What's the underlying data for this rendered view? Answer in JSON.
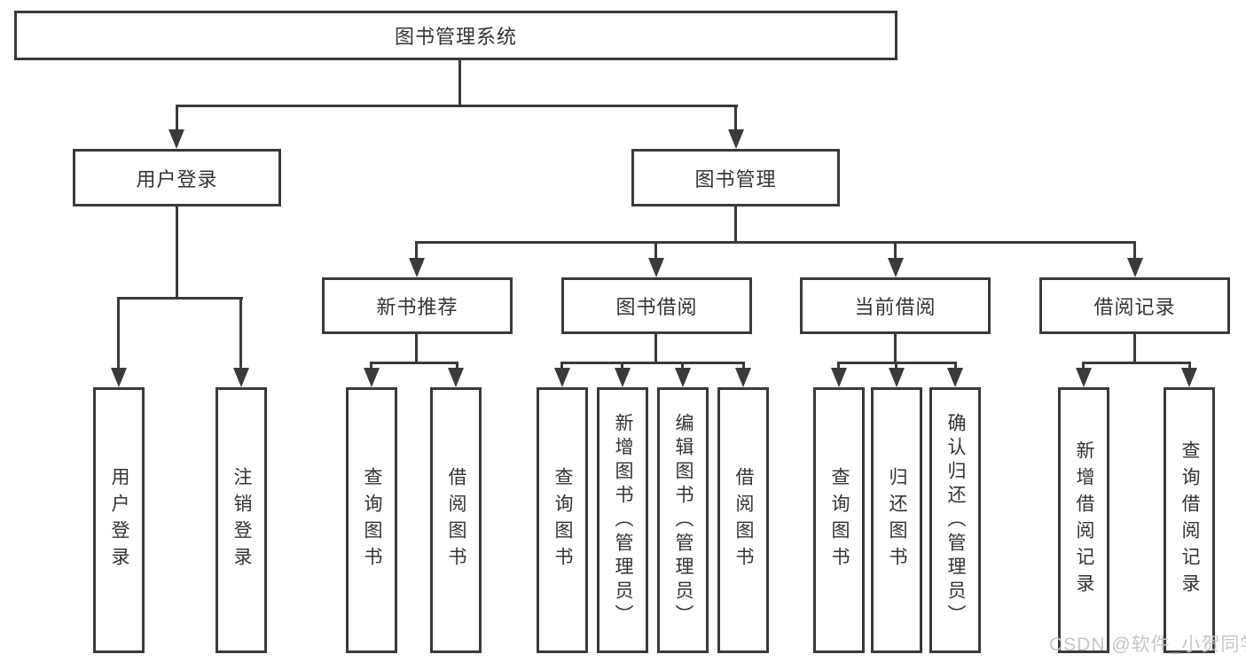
{
  "tree": {
    "label": "图书管理系统",
    "children": [
      {
        "label": "用户登录",
        "children": [
          {
            "label": "用户登录"
          },
          {
            "label": "注销登录"
          }
        ]
      },
      {
        "label": "图书管理",
        "children": [
          {
            "label": "新书推荐",
            "children": [
              {
                "label": "查询图书"
              },
              {
                "label": "借阅图书"
              }
            ]
          },
          {
            "label": "图书借阅",
            "children": [
              {
                "label": "查询图书"
              },
              {
                "label": "新增图书（管理员）"
              },
              {
                "label": "编辑图书（管理员）"
              },
              {
                "label": "借阅图书"
              }
            ]
          },
          {
            "label": "当前借阅",
            "children": [
              {
                "label": "查询图书"
              },
              {
                "label": "归还图书"
              },
              {
                "label": "确认归还（管理员）"
              }
            ]
          },
          {
            "label": "借阅记录",
            "children": [
              {
                "label": "新增借阅记录"
              },
              {
                "label": "查询借阅记录"
              }
            ]
          }
        ]
      }
    ]
  },
  "watermark": "CSDN @软件_小贺同学",
  "colors": {
    "line": "#3a3a3a",
    "text": "#333333",
    "watermark": "#c6c6c6",
    "background": "#ffffff"
  }
}
